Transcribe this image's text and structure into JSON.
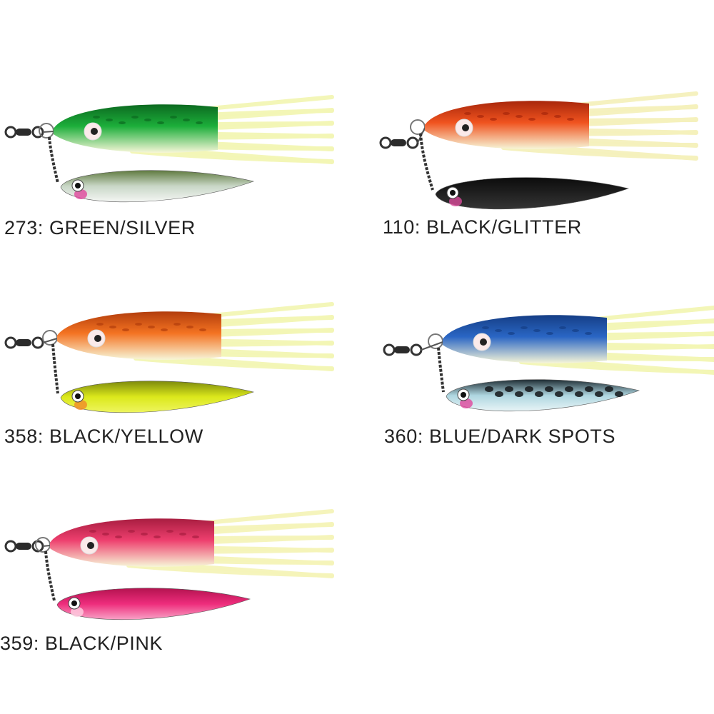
{
  "lures": [
    {
      "id": "273",
      "label": "273: GREEN/SILVER",
      "head_color": "#1cae3a",
      "head_dark": "#0c6a20",
      "skirt_color": "#f2f5b4",
      "spoon_top": "#5f7a3f",
      "spoon_mid": "#c9d7c7",
      "spoon_bottom": "#f4f6f4",
      "spoon_accent": "#e0479c",
      "spots": false
    },
    {
      "id": "110",
      "label": "110: BLACK/GLITTER",
      "head_color": "#f0531f",
      "head_dark": "#a8270b",
      "skirt_color": "#f4f0bc",
      "spoon_top": "#0c0c0c",
      "spoon_mid": "#202020",
      "spoon_bottom": "#353535",
      "spoon_accent": "#d94a9a",
      "spots": false
    },
    {
      "id": "358",
      "label": "358: BLACK/YELLOW",
      "head_color": "#f47322",
      "head_dark": "#b23d0c",
      "skirt_color": "#f2f5b4",
      "spoon_top": "#7d8a0c",
      "spoon_mid": "#dbe81b",
      "spoon_bottom": "#eef55e",
      "spoon_accent": "#f08a26",
      "spots": false
    },
    {
      "id": "360",
      "label": "360: BLUE/DARK SPOTS",
      "head_color": "#2a66c4",
      "head_dark": "#153e86",
      "skirt_color": "#f2f5b4",
      "spoon_top": "#1e2c33",
      "spoon_mid": "#aed6e0",
      "spoon_bottom": "#e8f4f6",
      "spoon_accent": "#e0479c",
      "spots": true
    },
    {
      "id": "359",
      "label": "359: BLACK/PINK",
      "head_color": "#ee3f6e",
      "head_dark": "#a81d40",
      "skirt_color": "#f4f3b8",
      "spoon_top": "#b3134f",
      "spoon_mid": "#ee2c7c",
      "spoon_bottom": "#f8a2c6",
      "spoon_accent": "#ffd0e2",
      "spots": false
    }
  ]
}
